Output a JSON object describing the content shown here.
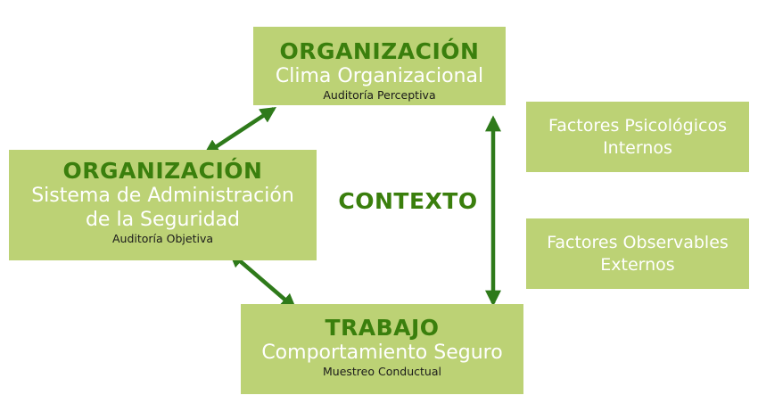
{
  "org_top": {
    "title": "ORGANIZACIÓN",
    "subtitle": "Clima Organizacional",
    "note": "Auditoría Perceptiva"
  },
  "org_left": {
    "title": "ORGANIZACIÓN",
    "subtitle_line1": "Sistema de Administración",
    "subtitle_line2": "de la Seguridad",
    "note": "Auditoría Objetiva"
  },
  "trabajo": {
    "title": "TRABAJO",
    "subtitle": "Comportamiento Seguro",
    "note": "Muestreo Conductual"
  },
  "center_label": "CONTEXTO",
  "factor_psicologicos": {
    "line1": "Factores Psicológicos",
    "line2": "Internos"
  },
  "factor_observables": {
    "line1": "Factores Observables",
    "line2": "Externos"
  },
  "colors": {
    "box_fill": "#bcd275",
    "title_green": "#3a7f0d",
    "arrow_green": "#2e7a1a",
    "subtitle_white": "#ffffff"
  }
}
